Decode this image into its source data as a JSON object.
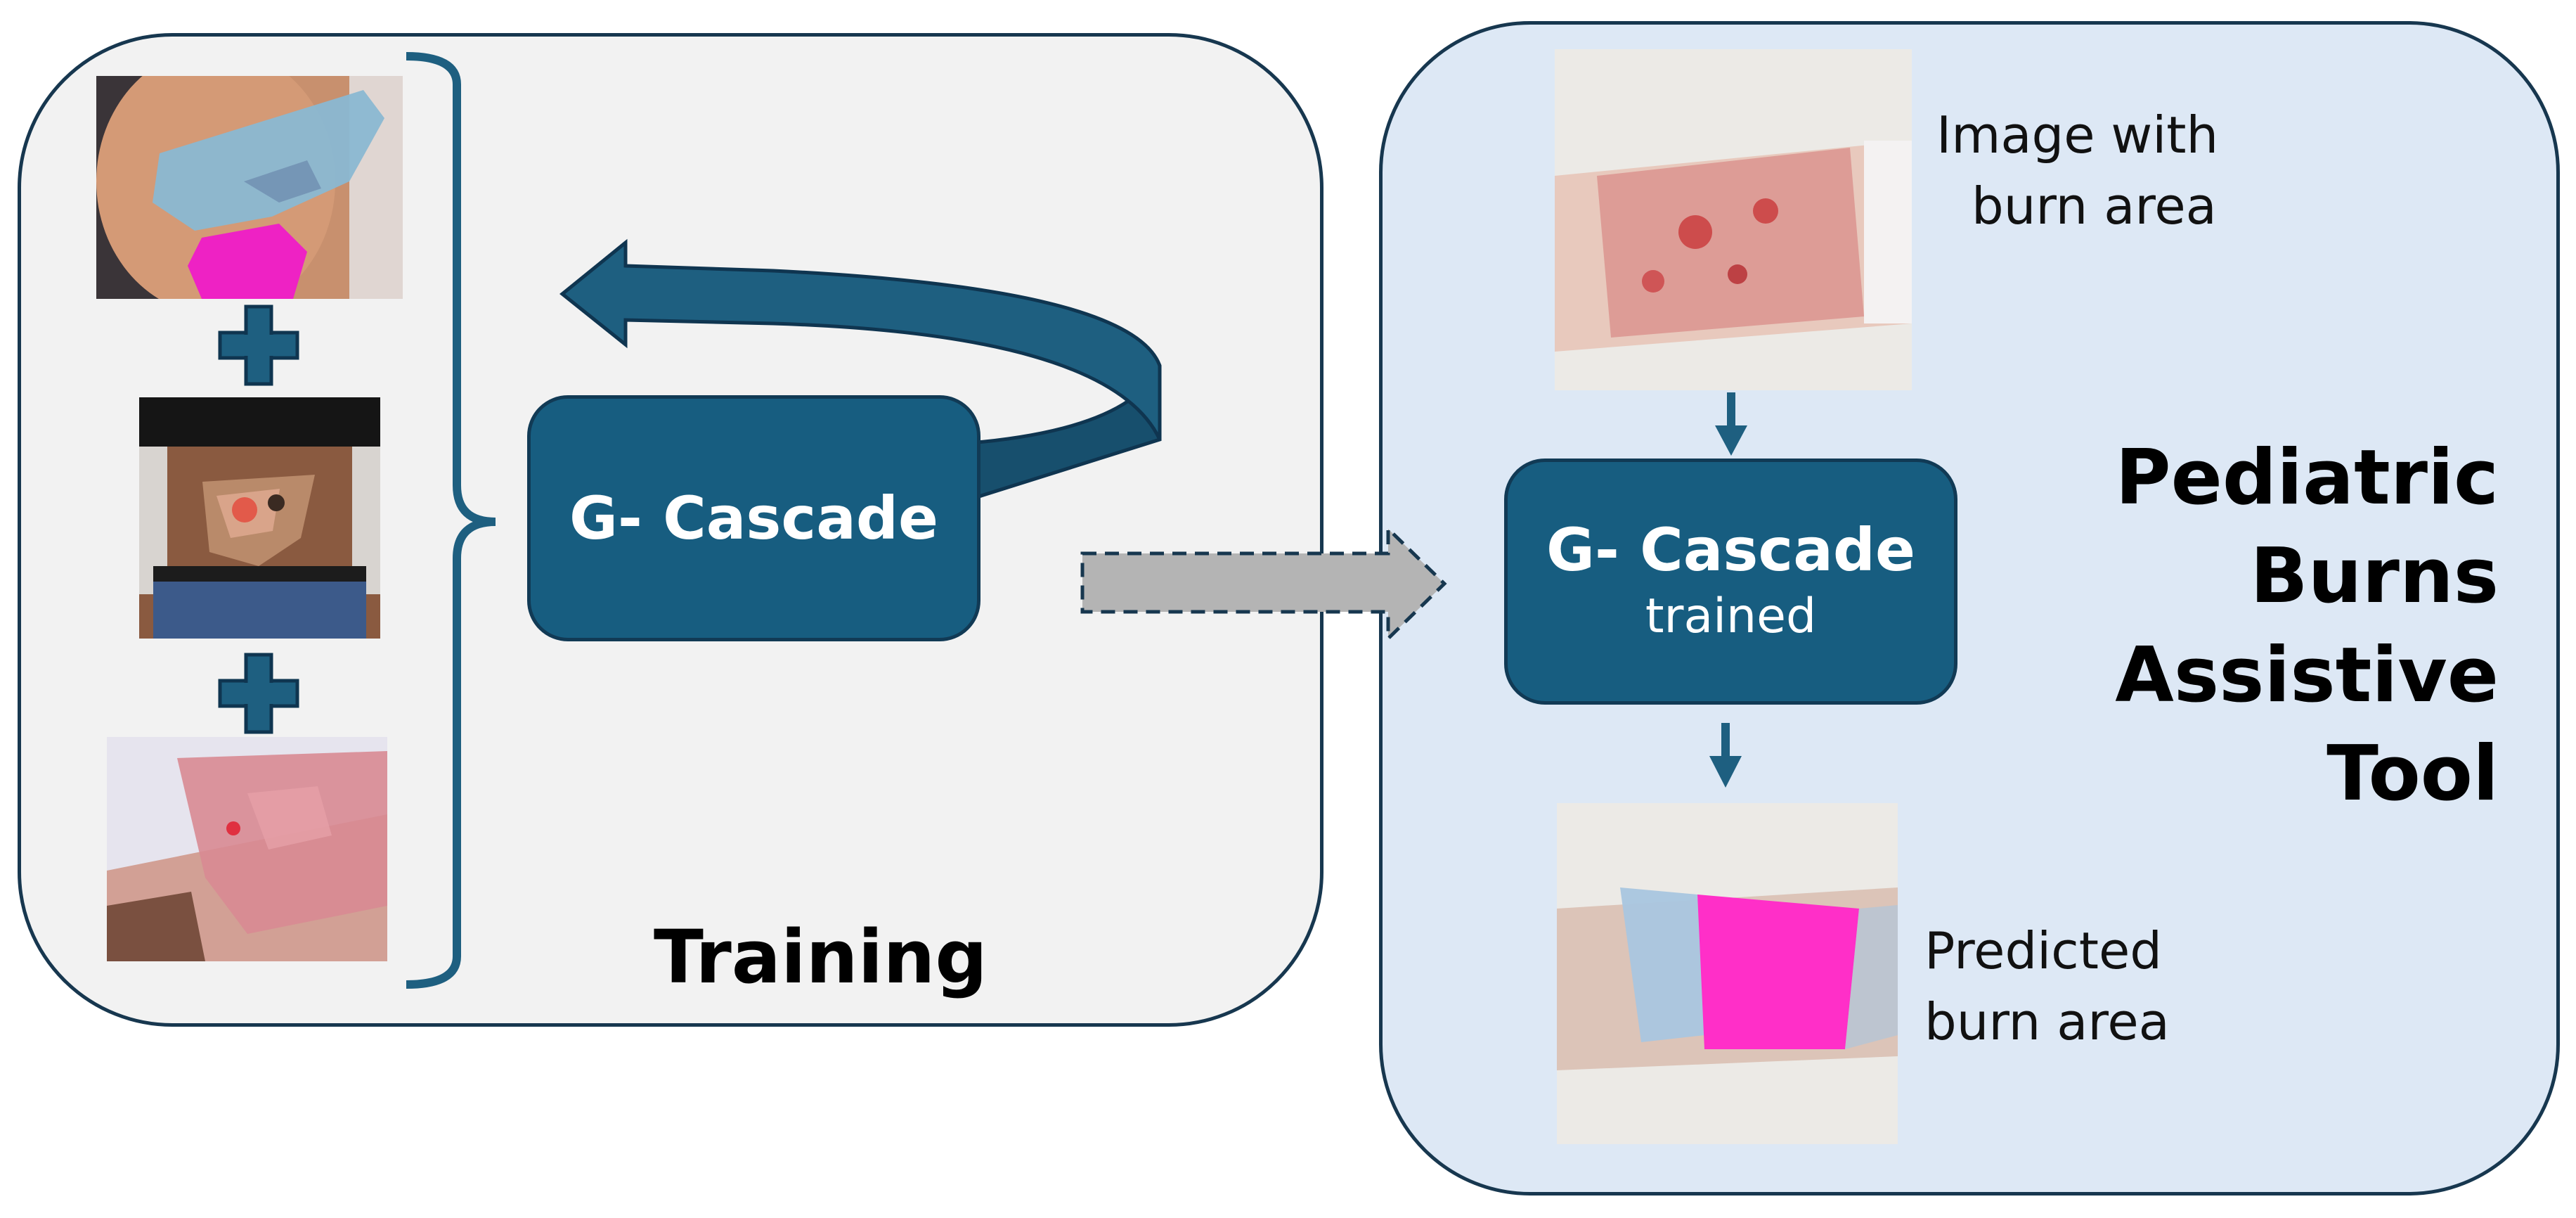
{
  "training": {
    "label": "Training",
    "input_images": [
      {
        "name": "training-image-shoulder"
      },
      {
        "name": "training-image-abdomen"
      },
      {
        "name": "training-image-arm"
      }
    ]
  },
  "model_box": {
    "title": "G- Cascade"
  },
  "tool": {
    "title_lines": [
      "Pediatric",
      "Burns",
      "Assistive",
      "Tool"
    ],
    "input_caption": [
      "Image with",
      "burn area"
    ],
    "model_box": {
      "title": "G- Cascade",
      "subtitle": "trained"
    },
    "output_caption": [
      "Predicted",
      "burn area"
    ]
  },
  "colors": {
    "training_panel_bg": "#f2f2f2",
    "tool_panel_bg": "#dde8f5",
    "model_box": "#175d80",
    "border_dark": "#17374f",
    "accent_blue": "#1e5f80",
    "transfer_arrow": "#b4b4b4",
    "burn_mask_magenta": "#ff2fc8",
    "healthy_mask_blue": "#a8c8e0"
  },
  "icons": [
    "plus-icon",
    "plus-icon",
    "curly-bracket",
    "loop-arrow",
    "dashed-transfer-arrow",
    "down-arrow",
    "down-arrow"
  ]
}
